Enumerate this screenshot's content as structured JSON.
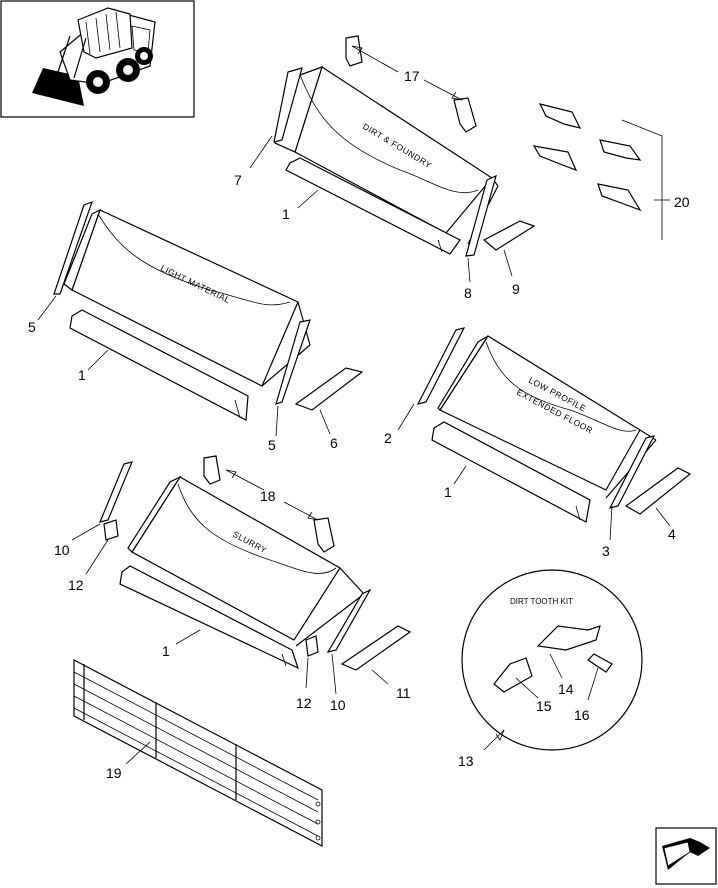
{
  "bucket_labels": {
    "dirt_foundry": "DIRT & FOUNDRY",
    "light_material": "LIGHT MATERIAL",
    "low_profile_line1": "LOW PROFILE",
    "low_profile_line2": "EXTENDED FLOOR",
    "slurry": "SLURRY"
  },
  "kit_title": "DIRT TOOTH KIT",
  "callouts": {
    "c17": "17",
    "c7": "7",
    "c1a": "1",
    "c20": "20",
    "c8": "8",
    "c9": "9",
    "c5a": "5",
    "c1b": "1",
    "c5b": "5",
    "c6": "6",
    "c2": "2",
    "c1c": "1",
    "c3": "3",
    "c4": "4",
    "c18": "18",
    "c10a": "10",
    "c12a": "12",
    "c1d": "1",
    "c12b": "12",
    "c10b": "10",
    "c11": "11",
    "c19": "19",
    "c13": "13",
    "c14": "14",
    "c15": "15",
    "c16": "16"
  }
}
